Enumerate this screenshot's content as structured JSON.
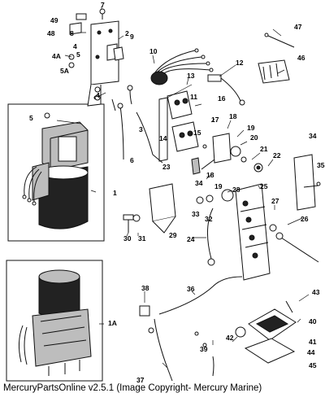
{
  "callouts": [
    {
      "id": "c1",
      "label": "1"
    },
    {
      "id": "c1a",
      "label": "1A"
    },
    {
      "id": "c2",
      "label": "2"
    },
    {
      "id": "c3",
      "label": "3"
    },
    {
      "id": "c4a",
      "label": "4"
    },
    {
      "id": "c4b",
      "label": "4"
    },
    {
      "id": "c4A",
      "label": "4A"
    },
    {
      "id": "c5a",
      "label": "5"
    },
    {
      "id": "c5b",
      "label": "5"
    },
    {
      "id": "c5A",
      "label": "5A"
    },
    {
      "id": "c6",
      "label": "6"
    },
    {
      "id": "c7",
      "label": "7"
    },
    {
      "id": "c8",
      "label": "8"
    },
    {
      "id": "c9",
      "label": "9"
    },
    {
      "id": "c10",
      "label": "10"
    },
    {
      "id": "c11",
      "label": "11"
    },
    {
      "id": "c12",
      "label": "12"
    },
    {
      "id": "c13",
      "label": "13"
    },
    {
      "id": "c14",
      "label": "14"
    },
    {
      "id": "c15",
      "label": "15"
    },
    {
      "id": "c16",
      "label": "16"
    },
    {
      "id": "c17",
      "label": "17"
    },
    {
      "id": "c18a",
      "label": "18"
    },
    {
      "id": "c18b",
      "label": "18"
    },
    {
      "id": "c19a",
      "label": "19"
    },
    {
      "id": "c19b",
      "label": "19"
    },
    {
      "id": "c20",
      "label": "20"
    },
    {
      "id": "c21",
      "label": "21"
    },
    {
      "id": "c22",
      "label": "22"
    },
    {
      "id": "c23",
      "label": "23"
    },
    {
      "id": "c24",
      "label": "24"
    },
    {
      "id": "c25",
      "label": "25"
    },
    {
      "id": "c26",
      "label": "26"
    },
    {
      "id": "c27",
      "label": "27"
    },
    {
      "id": "c28",
      "label": "28"
    },
    {
      "id": "c29",
      "label": "29"
    },
    {
      "id": "c30",
      "label": "30"
    },
    {
      "id": "c31",
      "label": "31"
    },
    {
      "id": "c32",
      "label": "32"
    },
    {
      "id": "c33",
      "label": "33"
    },
    {
      "id": "c34a",
      "label": "34"
    },
    {
      "id": "c34b",
      "label": "34"
    },
    {
      "id": "c35",
      "label": "35"
    },
    {
      "id": "c36",
      "label": "36"
    },
    {
      "id": "c37",
      "label": "37"
    },
    {
      "id": "c38",
      "label": "38"
    },
    {
      "id": "c39",
      "label": "39"
    },
    {
      "id": "c40",
      "label": "40"
    },
    {
      "id": "c41",
      "label": "41"
    },
    {
      "id": "c42",
      "label": "42"
    },
    {
      "id": "c43",
      "label": "43"
    },
    {
      "id": "c44",
      "label": "44"
    },
    {
      "id": "c45",
      "label": "45"
    },
    {
      "id": "c46",
      "label": "46"
    },
    {
      "id": "c47",
      "label": "47"
    },
    {
      "id": "c48",
      "label": "48"
    },
    {
      "id": "c49",
      "label": "49"
    }
  ],
  "caption": "MercuryPartsOnline v2.5.1 (Image Copyright- Mercury Marine)"
}
